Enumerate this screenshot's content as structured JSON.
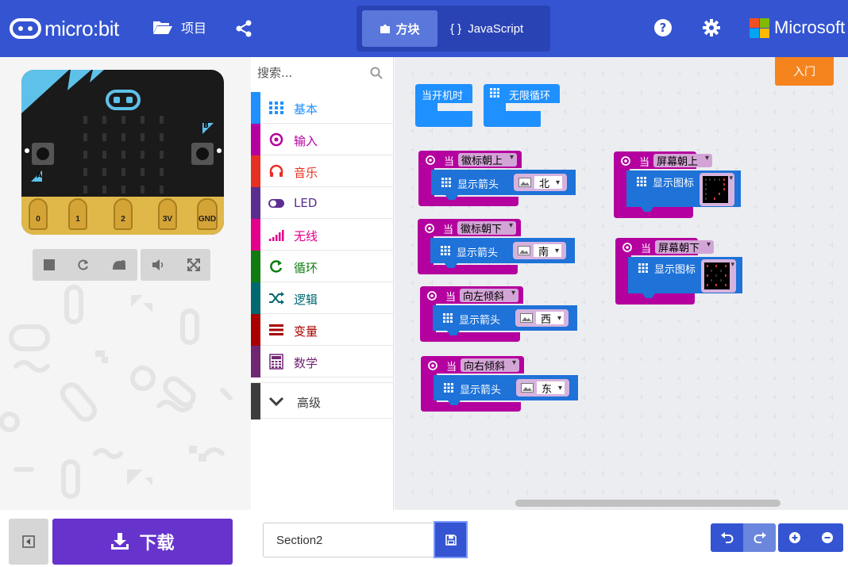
{
  "header": {
    "brand": "micro:bit",
    "projects_label": "项目",
    "tabs": [
      {
        "label": "方块",
        "active": true
      },
      {
        "label": "JavaScript",
        "active": false
      }
    ],
    "microsoft": "Microsoft",
    "colors": {
      "bar": "#3454D1",
      "tab_active": "#5a78dc"
    }
  },
  "simulator": {
    "pins": [
      "0",
      "1",
      "2",
      "3V",
      "GND"
    ],
    "button_a": "A",
    "button_b": "B",
    "toolbar_icons": [
      "stop-icon",
      "restart-icon",
      "slowmo-icon",
      "mute-icon",
      "fullscreen-icon"
    ]
  },
  "toolbox": {
    "search_placeholder": "搜索...",
    "categories": [
      {
        "label": "基本",
        "color": "#1E90FF",
        "icon": "grid-icon"
      },
      {
        "label": "输入",
        "color": "#B4009E",
        "icon": "target-icon"
      },
      {
        "label": "音乐",
        "color": "#E63022",
        "icon": "headphones-icon"
      },
      {
        "label": "LED",
        "color": "#5C2D91",
        "icon": "toggle-icon"
      },
      {
        "label": "无线",
        "color": "#E3008C",
        "icon": "signal-icon"
      },
      {
        "label": "循环",
        "color": "#107C10",
        "icon": "loop-icon"
      },
      {
        "label": "逻辑",
        "color": "#006970",
        "icon": "shuffle-icon"
      },
      {
        "label": "变量",
        "color": "#A80000",
        "icon": "lines-icon"
      },
      {
        "label": "数学",
        "color": "#712672",
        "icon": "calculator-icon"
      },
      {
        "label": "高级",
        "color": "#3C3C3C",
        "icon": "chevron-down-icon"
      }
    ]
  },
  "workspace": {
    "get_started": "入门",
    "on_start": "当开机时",
    "forever": "无限循环",
    "when": "当",
    "show_arrow": "显示箭头",
    "show_icon": "显示图标",
    "events_left": [
      {
        "gesture": "徽标朝上",
        "arrow": "北"
      },
      {
        "gesture": "徽标朝下",
        "arrow": "南"
      },
      {
        "gesture": "向左倾斜",
        "arrow": "西"
      },
      {
        "gesture": "向右倾斜",
        "arrow": "东"
      }
    ],
    "events_right": [
      {
        "gesture": "屏幕朝上"
      },
      {
        "gesture": "屏幕朝下"
      }
    ]
  },
  "footer": {
    "download_label": "下载",
    "project_name": "Section2"
  }
}
